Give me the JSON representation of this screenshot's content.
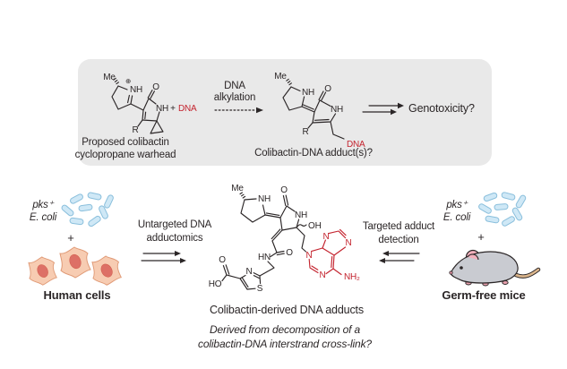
{
  "colors": {
    "ink": "#2b2627",
    "accent_red": "#c4242f",
    "box_bg": "#e9e9e9",
    "bacteria_fill": "#cfe8f6",
    "bacteria_stroke": "#8abfdc",
    "cell_fill": "#f7ccb2",
    "cell_stroke": "#e09a76",
    "nucleus": "#dd7066",
    "mouse_body": "#c9cbd1",
    "mouse_ear": "#f2afbb",
    "mouse_tail": "#dcb68c"
  },
  "top_box": {
    "warhead": {
      "me": "Me",
      "charge": "⊕",
      "nh_ring": "NH",
      "o": "O",
      "nh_lactam": "NH",
      "plus": "+",
      "dna": "DNA",
      "r": "R",
      "caption1": "Proposed colibactin",
      "caption2": "cyclopropane warhead"
    },
    "arrow_label1": "DNA",
    "arrow_label2": "alkylation",
    "adduct": {
      "me": "Me",
      "nh_ring": "NH",
      "o": "O",
      "nh_lactam": "NH",
      "r": "R",
      "dna": "DNA",
      "caption": "Colibactin-DNA adduct(s)?"
    },
    "genotoxicity": "Genotoxicity?"
  },
  "left": {
    "organism1": "pks⁺",
    "organism2": "E. coli",
    "plus": "+",
    "cells_label": "Human cells",
    "method1": "Untargeted DNA",
    "method2": "adductomics"
  },
  "right": {
    "organism1": "pks⁺",
    "organism2": "E. coli",
    "plus": "+",
    "mice_label": "Germ-free mice",
    "method1": "Targeted adduct",
    "method2": "detection"
  },
  "molecule": {
    "me": "Me",
    "nh_pyr": "NH",
    "o_lactam": "O",
    "nh_lactam": "NH",
    "oh": "OH",
    "o_amide": "O",
    "hn_amide": "HN",
    "o_acid": "O",
    "ho_acid": "HO",
    "n_thiazole": "N",
    "s_thiazole": "S",
    "n3": "N",
    "n9": "N",
    "n7": "N",
    "n1": "N",
    "nh2": "NH₂",
    "caption": "Colibactin-derived DNA adducts",
    "footnote1": "Derived from decomposition of a",
    "footnote2": "colibactin-DNA interstrand cross-link?"
  }
}
